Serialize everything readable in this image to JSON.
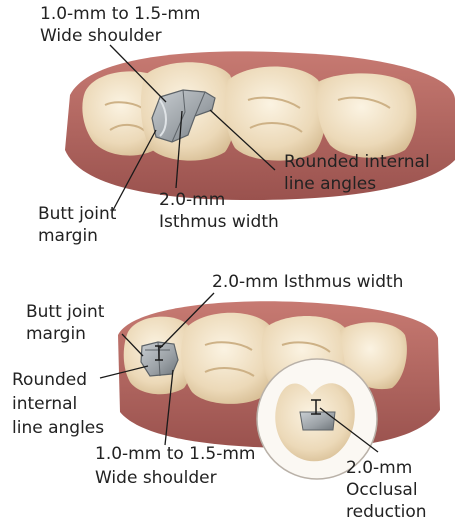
{
  "colors": {
    "gum": "#b96b64",
    "gum_shadow": "#8e4a47",
    "tooth": "#f1e2c7",
    "tooth_shadow": "#d9c29c",
    "prep_metal": "#a4a9ad",
    "prep_dark": "#6f767b",
    "leader_line": "#1a1a1a",
    "label_text": "#222222"
  },
  "top_panel": {
    "labels": {
      "shoulder_l1": "1.0-mm to 1.5-mm",
      "shoulder_l2": "Wide shoulder",
      "rounded_l1": "Rounded internal",
      "rounded_l2": "line angles",
      "isthmus_l1": "2.0-mm",
      "isthmus_l2": "Isthmus width",
      "butt_l1": "Butt joint",
      "butt_l2": "margin"
    }
  },
  "bottom_panel": {
    "labels": {
      "isthmus": "2.0-mm Isthmus width",
      "butt_l1": "Butt joint",
      "butt_l2": "margin",
      "rounded_l1": "Rounded",
      "rounded_l2": "internal",
      "rounded_l3": "line angles",
      "shoulder_l1": "1.0-mm to 1.5-mm",
      "shoulder_l2": "Wide shoulder",
      "occlusal_l1": "2.0-mm",
      "occlusal_l2": "Occlusal",
      "occlusal_l3": "reduction"
    }
  }
}
